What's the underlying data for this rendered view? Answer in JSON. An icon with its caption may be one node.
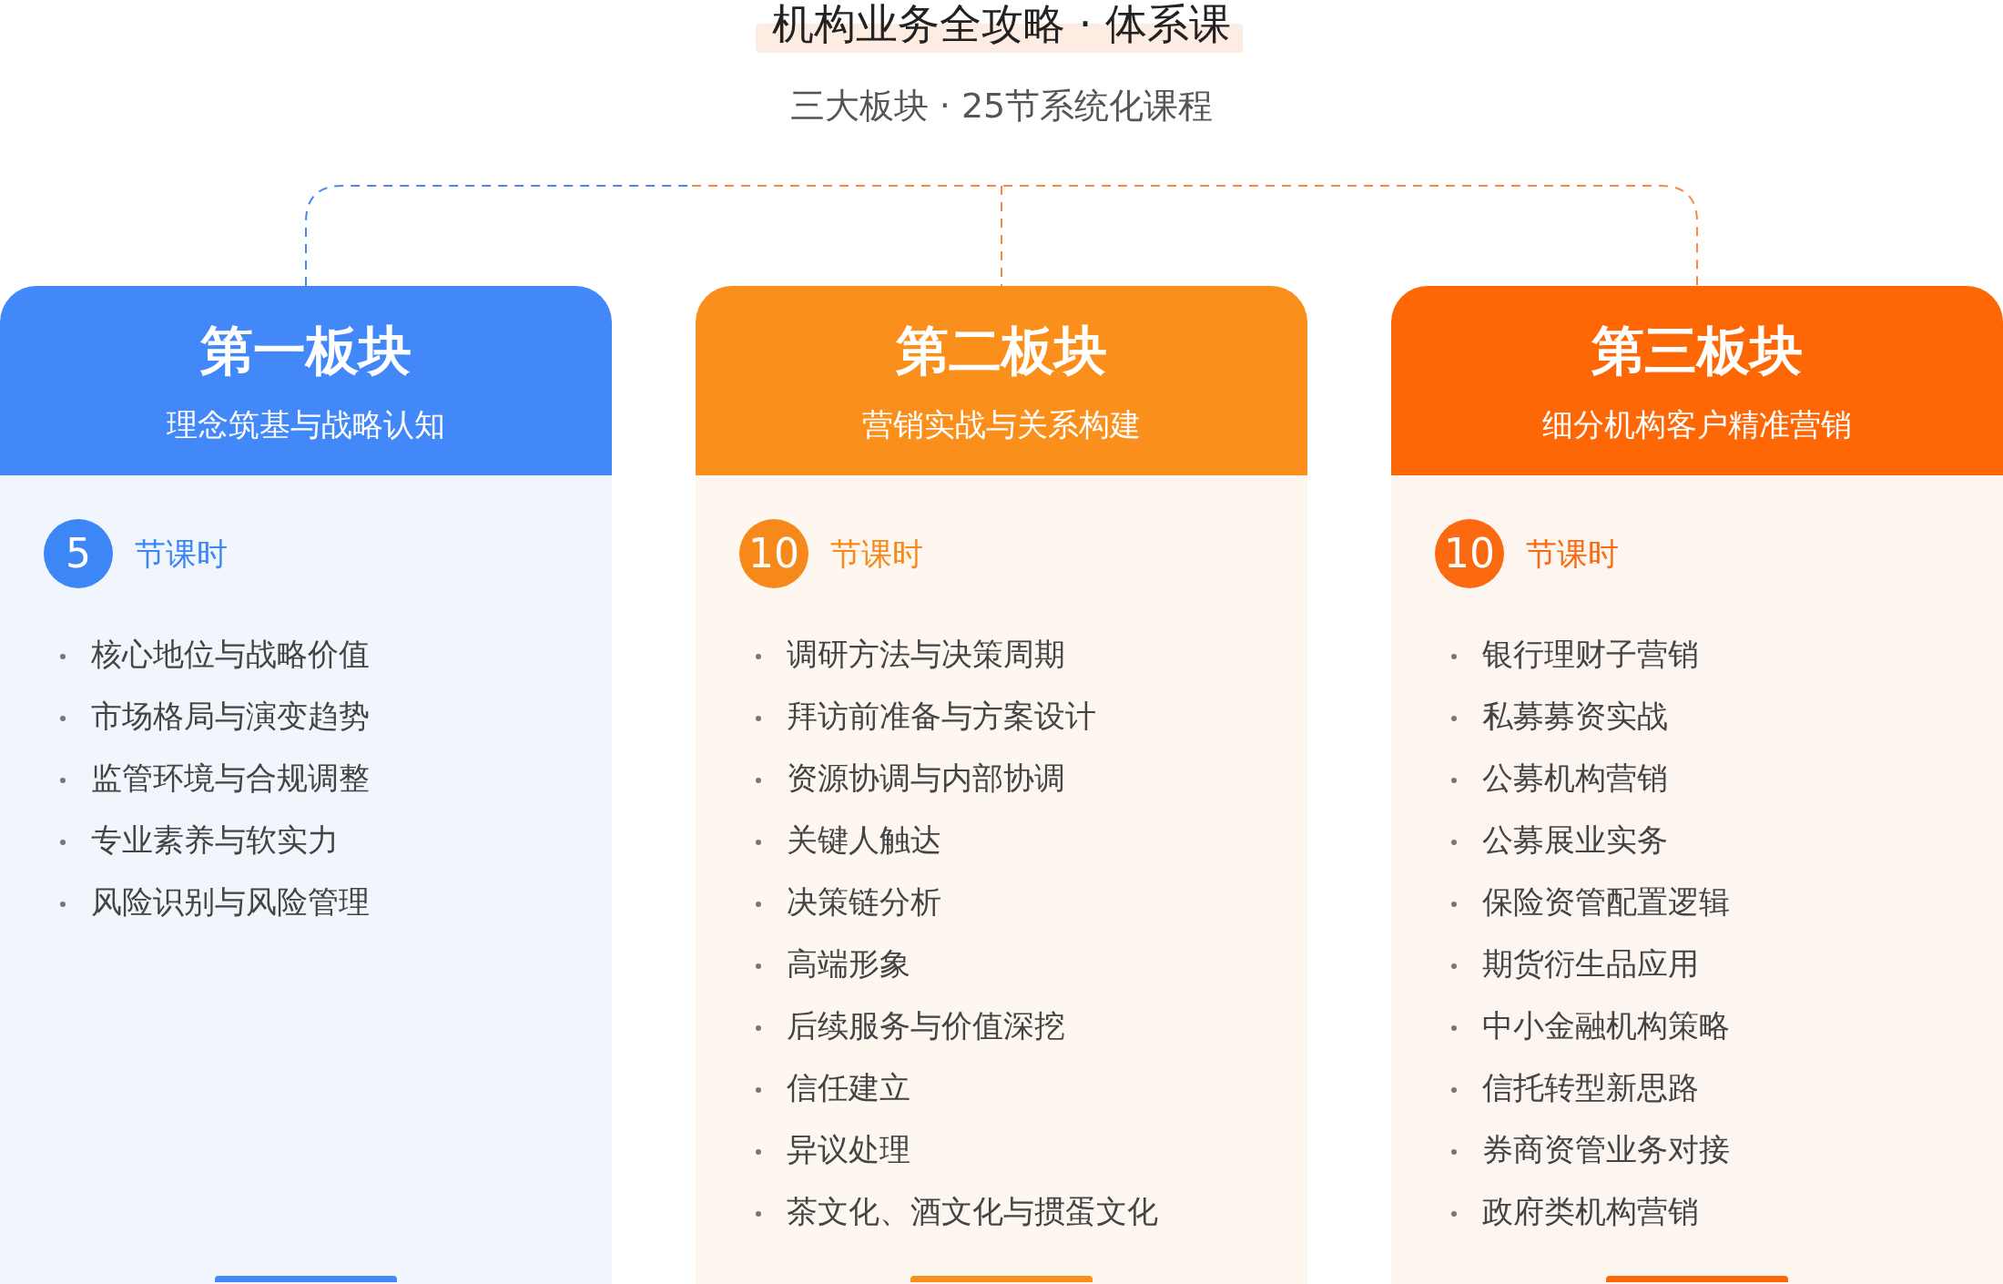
{
  "diagram": {
    "title": "机构业务全攻略 · 体系课",
    "caption": "三大板块 · 25节系统化课程",
    "nodes": [
      {
        "text": [
          "第一板块",
          "理念筑基与战略认知",
          "核心地位与战略价值",
          "市场格局与演变趋势",
          "监管环境与合规调整",
          "专业素养与软实力",
          "风险识别与风险管理"
        ]
      },
      {
        "text": [
          "5"
        ],
        "in": 0,
        "beside": [
          "节课时"
        ]
      },
      {
        "text": [
          "第二板块",
          "营销实战与关系构建",
          "调研方法与决策周期",
          "拜访前准备与方案设计",
          "资源协调与内部协调",
          "关键人触达",
          "决策链分析",
          "高端形象",
          "后续服务与价值深挖",
          "信任建立",
          "异议处理",
          "茶文化、酒文化与掼蛋文化"
        ]
      },
      {
        "text": [
          "10"
        ],
        "in": 2,
        "beside": [
          "节课时"
        ]
      },
      {
        "text": [
          "第三板块",
          "细分机构客户精准营销",
          "银行理财子营销",
          "私募募资实战",
          "公募机构营销",
          "公募展业实务",
          "保险资管配置逻辑",
          "期货衍生品应用",
          "中小金融机构策略",
          "信托转型新思路",
          "券商资管业务对接",
          "政府类机构营销"
        ]
      },
      {
        "text": [
          "10"
        ],
        "in": 4,
        "beside": [
          "节课时"
        ]
      }
    ]
  }
}
